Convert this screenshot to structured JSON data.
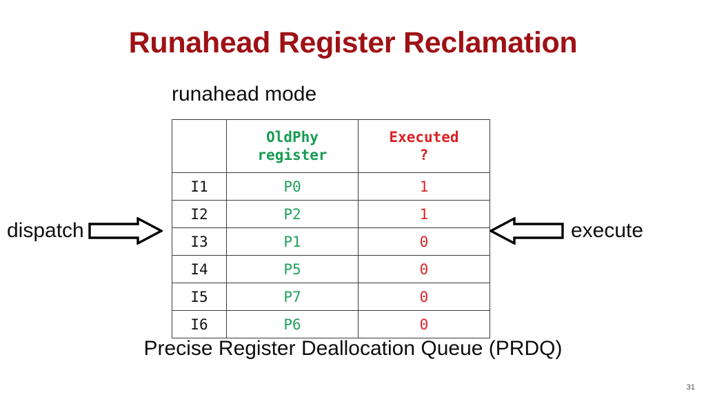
{
  "slide": {
    "title": "Runahead Register Reclamation",
    "page_number": "31",
    "title_color": "#9E1115"
  },
  "mode_label": "runahead mode",
  "caption": "Precise Register Deallocation Queue (PRDQ)",
  "left_annotation": {
    "label": "dispatch",
    "icon": "arrow-right-icon"
  },
  "right_annotation": {
    "label": "execute",
    "icon": "arrow-left-icon"
  },
  "table": {
    "name": "PRDQ",
    "headers": {
      "index": "",
      "oldphy_line1": "OldPhy",
      "oldphy_line2": "register",
      "exec_line1": "Executed",
      "exec_line2": "?"
    },
    "colors": {
      "oldphy": "#169B51",
      "executed": "#DC2026",
      "index": "#111111",
      "border": "#3a3a3a"
    },
    "rows": [
      {
        "index": "I1",
        "oldphy": "P0",
        "executed": "1"
      },
      {
        "index": "I2",
        "oldphy": "P2",
        "executed": "1"
      },
      {
        "index": "I3",
        "oldphy": "P1",
        "executed": "0"
      },
      {
        "index": "I4",
        "oldphy": "P5",
        "executed": "0"
      },
      {
        "index": "I5",
        "oldphy": "P7",
        "executed": "0"
      },
      {
        "index": "I6",
        "oldphy": "P6",
        "executed": "0"
      }
    ]
  }
}
